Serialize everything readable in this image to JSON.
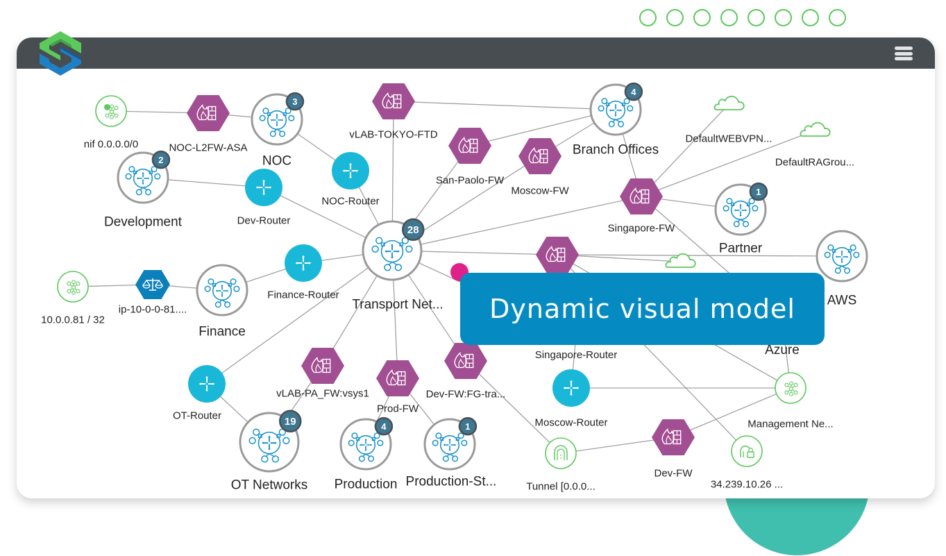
{
  "header": {
    "menu_icon": "hamburger-menu-icon",
    "logo": "brand-logo"
  },
  "decor": {
    "dots_count": 8,
    "dot_color": "#5cc95c",
    "blob_color": "#40bfae",
    "pin_color": "#e0218a"
  },
  "overlay": {
    "text": "Dynamic visual model",
    "color": "#058bc2"
  },
  "colors": {
    "firewall": "#a24e92",
    "router": "#1ab8d8",
    "group_ring": "#9a9a9a",
    "group_icon": "#1a93cc",
    "badge": "#3f7690",
    "badge_ring": "#4a4f53",
    "green": "#5cc95c",
    "balancer": "#0b80bb",
    "edge": "#a0a0a0"
  },
  "nodes": [
    {
      "id": "nif",
      "type": "subnet",
      "label": "nif 0.0.0.0/0"
    },
    {
      "id": "noc-asa",
      "type": "firewall",
      "label": "NOC-L2FW-ASA"
    },
    {
      "id": "noc",
      "type": "group",
      "label": "NOC",
      "badge": "3"
    },
    {
      "id": "tokyo",
      "type": "firewall",
      "label": "vLAB-TOKYO-FTD"
    },
    {
      "id": "branch",
      "type": "group",
      "label": "Branch Offices",
      "badge": "4"
    },
    {
      "id": "webvpn",
      "type": "cloud",
      "label": "DefaultWEBVPN..."
    },
    {
      "id": "ragrou",
      "type": "cloud",
      "label": "DefaultRAGrou..."
    },
    {
      "id": "dev",
      "type": "group",
      "label": "Development",
      "badge": "2"
    },
    {
      "id": "dev-router",
      "type": "router",
      "label": "Dev-Router"
    },
    {
      "id": "noc-router",
      "type": "router",
      "label": "NOC-Router"
    },
    {
      "id": "sanpaolo",
      "type": "firewall",
      "label": "San-Paolo-FW"
    },
    {
      "id": "moscow-fw",
      "type": "firewall",
      "label": "Moscow-FW"
    },
    {
      "id": "singapore-fw",
      "type": "firewall",
      "label": "Singapore-FW"
    },
    {
      "id": "partner",
      "type": "group",
      "label": "Partner",
      "badge": "1"
    },
    {
      "id": "transport",
      "type": "group",
      "label": "Transport Net...",
      "badge": "28"
    },
    {
      "id": "center-fw",
      "type": "firewall",
      "label": ""
    },
    {
      "id": "cloud-mid",
      "type": "cloud",
      "label": ""
    },
    {
      "id": "aws",
      "type": "group",
      "label": "AWS"
    },
    {
      "id": "azure",
      "type": "group",
      "label": "Azure"
    },
    {
      "id": "subnet-10",
      "type": "subnet",
      "label": "10.0.0.81 / 32"
    },
    {
      "id": "lb",
      "type": "balancer",
      "label": "ip-10-0-0-81...."
    },
    {
      "id": "finance",
      "type": "group",
      "label": "Finance"
    },
    {
      "id": "finance-router",
      "type": "router",
      "label": "Finance-Router"
    },
    {
      "id": "ot-router",
      "type": "router",
      "label": "OT-Router"
    },
    {
      "id": "pa-fw",
      "type": "firewall",
      "label": "vLAB-PA_FW:vsys1"
    },
    {
      "id": "prod-fw",
      "type": "firewall",
      "label": "Prod-FW"
    },
    {
      "id": "devfg",
      "type": "firewall",
      "label": "Dev-FW:FG-tra..."
    },
    {
      "id": "ot-networks",
      "type": "group",
      "label": "OT Networks",
      "badge": "19"
    },
    {
      "id": "production",
      "type": "group",
      "label": "Production",
      "badge": "4"
    },
    {
      "id": "production-st",
      "type": "group",
      "label": "Production-St...",
      "badge": "1"
    },
    {
      "id": "singapore-router",
      "type": "router",
      "label": "Singapore-Router"
    },
    {
      "id": "moscow-router",
      "type": "router",
      "label": "Moscow-Router"
    },
    {
      "id": "mgmt",
      "type": "subnet",
      "label": "Management Ne..."
    },
    {
      "id": "tunnel",
      "type": "tunnel",
      "label": "Tunnel [0.0.0..."
    },
    {
      "id": "dev-fw",
      "type": "firewall",
      "label": "Dev-FW"
    },
    {
      "id": "vpn-ip",
      "type": "vpn",
      "label": "34.239.10.26 ..."
    }
  ],
  "edges": [
    [
      "nif",
      "noc-asa"
    ],
    [
      "noc-asa",
      "noc"
    ],
    [
      "noc",
      "noc-router"
    ],
    [
      "noc-router",
      "transport"
    ],
    [
      "dev",
      "dev-router"
    ],
    [
      "dev-router",
      "transport"
    ],
    [
      "tokyo",
      "transport"
    ],
    [
      "tokyo",
      "branch"
    ],
    [
      "sanpaolo",
      "branch"
    ],
    [
      "sanpaolo",
      "transport"
    ],
    [
      "moscow-fw",
      "branch"
    ],
    [
      "moscow-fw",
      "transport"
    ],
    [
      "branch",
      "singapore-fw"
    ],
    [
      "singapore-fw",
      "webvpn"
    ],
    [
      "singapore-fw",
      "ragrou"
    ],
    [
      "singapore-fw",
      "transport"
    ],
    [
      "singapore-fw",
      "partner"
    ],
    [
      "singapore-fw",
      "azure"
    ],
    [
      "transport",
      "center-fw"
    ],
    [
      "center-fw",
      "aws"
    ],
    [
      "center-fw",
      "cloud-mid"
    ],
    [
      "center-fw",
      "mgmt"
    ],
    [
      "center-fw",
      "singapore-router"
    ],
    [
      "center-fw",
      "vpn-ip"
    ],
    [
      "subnet-10",
      "lb"
    ],
    [
      "lb",
      "finance"
    ],
    [
      "finance",
      "finance-router"
    ],
    [
      "finance-router",
      "transport"
    ],
    [
      "transport",
      "ot-router"
    ],
    [
      "ot-router",
      "ot-networks"
    ],
    [
      "transport",
      "pa-fw"
    ],
    [
      "pa-fw",
      "ot-networks"
    ],
    [
      "transport",
      "prod-fw"
    ],
    [
      "prod-fw",
      "production"
    ],
    [
      "prod-fw",
      "production-st"
    ],
    [
      "transport",
      "devfg"
    ],
    [
      "devfg",
      "tunnel"
    ],
    [
      "tunnel",
      "dev-fw"
    ],
    [
      "dev-fw",
      "mgmt"
    ],
    [
      "singapore-router",
      "moscow-router"
    ],
    [
      "moscow-router",
      "mgmt"
    ],
    [
      "azure",
      "mgmt"
    ],
    [
      "transport",
      "singapore-router"
    ]
  ]
}
